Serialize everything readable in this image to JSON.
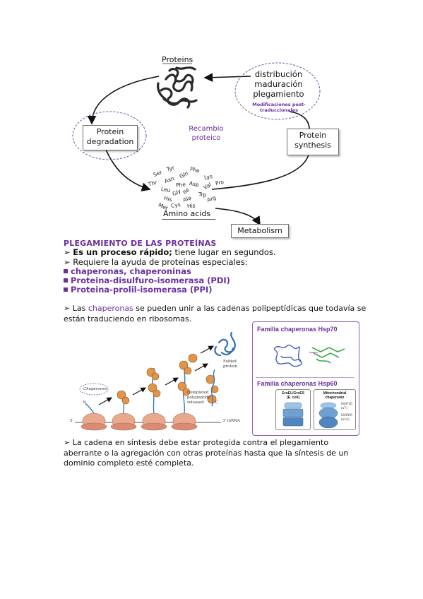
{
  "diagram": {
    "proteins_label": "Proteins",
    "cycle_top_right": [
      "distribución",
      "maduración",
      "plegamiento"
    ],
    "mods_label": [
      "Modificaciones post-",
      "traduccionales"
    ],
    "degradation_box": [
      "Protein",
      "degradation"
    ],
    "synthesis_box": [
      "Protein",
      "synthesis"
    ],
    "center_label": [
      "Recambio",
      "proteico"
    ],
    "amino_acids_label": "Amino acids",
    "metabolism_box": "Metabolism",
    "amino_acids": [
      "Ser",
      "Tyr",
      "Gln",
      "Phe",
      "Lys",
      "Thr",
      "Asn",
      "Phe",
      "Asp",
      "Val",
      "Pro",
      "Leu",
      "Gly",
      "Ile",
      "His",
      "Ala",
      "Trp",
      "Arg",
      "Met",
      "Cys",
      "His"
    ],
    "colors": {
      "accent": "#6b2fa0",
      "arrow": "#111111",
      "dashed": "#7a4aa8"
    }
  },
  "section_title": "PLEGAMIENTO DE LAS PROTEÍNAS",
  "lines": {
    "l1_marker": "➢",
    "l1_bold": "Es un proceso rápido;",
    "l1_rest": " tiene lugar en segundos.",
    "l2_marker": "➢",
    "l2_text": "Requiere la ayuda de proteínas especiales:",
    "b1": "chaperonas, chaperoninas",
    "b2": "Proteina-disulfuro-isomerasa (PDI)",
    "b3": "Proteina-prolil-isomerasa (PPI)"
  },
  "para1": {
    "marker": "➢",
    "before": "Las ",
    "highlight": "chaperonas",
    "after": " se pueden unir a las cadenas polipeptídicas que todavía se están traduciendo en ribosomas."
  },
  "figure2": {
    "chaperones_label": "Chaperones",
    "folded_label": [
      "Folded",
      "protein"
    ],
    "chain_label": [
      "Completed",
      "polypeptide",
      "released"
    ],
    "five_prime": "5'",
    "three_prime": "3' mRNA",
    "n_label": "N",
    "c_label": "C",
    "panel_hsp70_title": "Familia chaperonas Hsp70",
    "panel_hsp60_title": "Familia chaperonas Hsp60",
    "groel_label": [
      "GroEL/GroES",
      "(E. coli)"
    ],
    "mito_label": [
      "Mitochondrial",
      "chaperonin"
    ],
    "hsp10_label": [
      "HSP10",
      "(x7)"
    ],
    "hsp60_label": [
      "HSP60",
      "(x14)"
    ]
  },
  "para2": {
    "marker": "➢",
    "text": "La cadena en síntesis debe estar protegida contra el plegamiento aberrante o la agregación con otras proteínas hasta que la síntesis de un dominio completo esté completa."
  }
}
